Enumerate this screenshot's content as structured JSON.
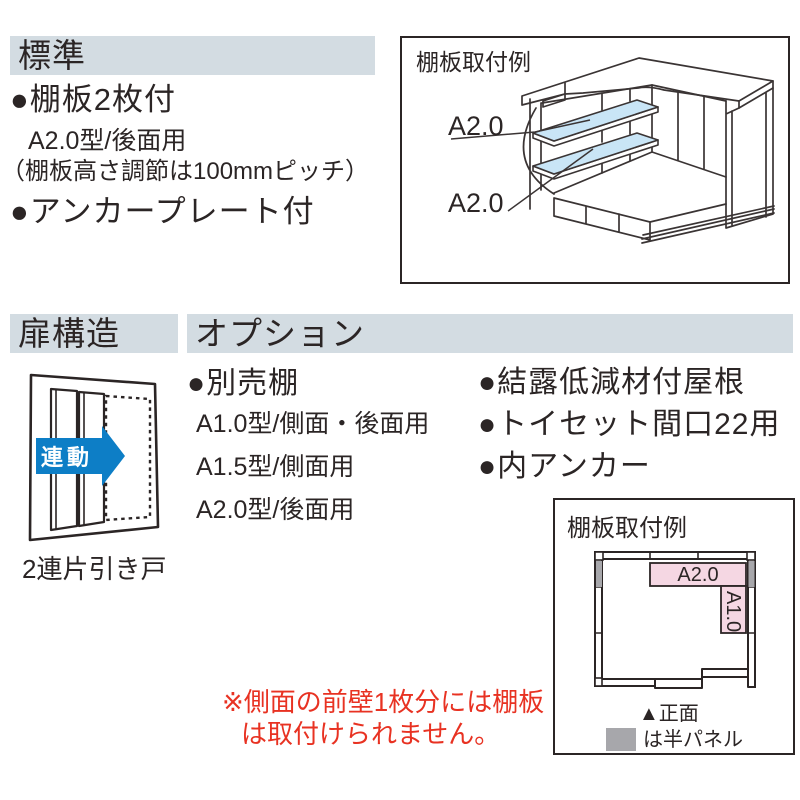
{
  "colors": {
    "header_bg": "#d3dce2",
    "text": "#2b2525",
    "line": "#3a3434",
    "arrow_blue": "#0d7ec6",
    "shelf_blue": "#c9e5f6",
    "shelf_pink": "#f5d7e3",
    "half_panel_gray": "#a7a7ab",
    "note_red": "#e83222"
  },
  "standard": {
    "header": "標準",
    "item_shelf": "●棚板2枚付",
    "item_shelf_sub": "A2.0型/後面用",
    "item_shelf_note": "（棚板高さ調節は100mmピッチ）",
    "item_anchor": "●アンカープレート付"
  },
  "top_example": {
    "title": "棚板取付例",
    "upper_shelf_label": "A2.0",
    "lower_shelf_label": "A2.0"
  },
  "door": {
    "header": "扉構造",
    "arrow_label": "連動",
    "caption": "2連片引き戸"
  },
  "options": {
    "header": "オプション",
    "left_items": [
      "●別売棚",
      "A1.0型/側面・後面用",
      "A1.5型/側面用",
      "A2.0型/後面用"
    ],
    "right_items": [
      "●結露低減材付屋根",
      "●トイセット間口22用",
      "●内アンカー"
    ]
  },
  "bottom_example": {
    "title": "棚板取付例",
    "rear_shelf_label": "A2.0",
    "side_shelf_label": "A1.0",
    "front_marker": "▲正面",
    "legend_text": "は半パネル"
  },
  "note": {
    "line1": "※側面の前壁1枚分には棚板",
    "line2": "は取付けられません。"
  }
}
